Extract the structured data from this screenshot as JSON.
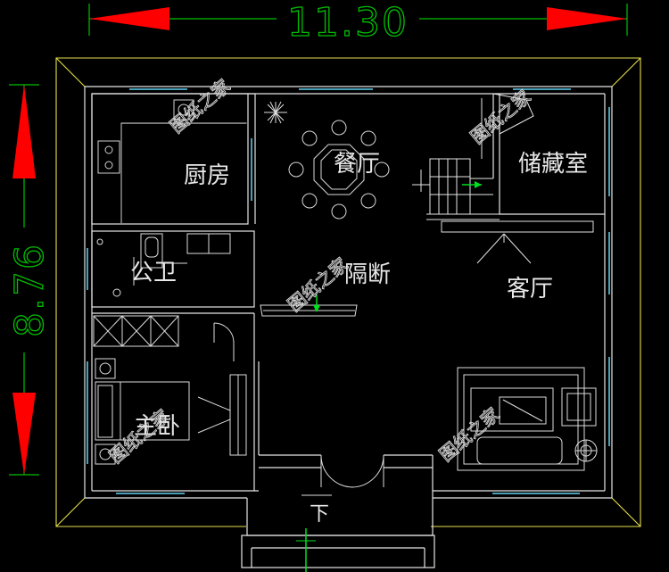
{
  "dimensions": {
    "width": "11.30",
    "height": "8.76"
  },
  "rooms": {
    "kitchen": "厨房",
    "dining": "餐厅",
    "storage": "储藏室",
    "bathroom": "公卫",
    "partition": "隔断",
    "living": "客厅",
    "master_bedroom": "主卧",
    "down": "下"
  },
  "watermark": "图纸之家",
  "colors": {
    "background": "#000000",
    "wall": "#e6e6e6",
    "outer_wall": "#e8e04a",
    "window": "#48a0b8",
    "dimension": "#00c000",
    "arrow": "#ff0000",
    "marker": "#00e020"
  }
}
